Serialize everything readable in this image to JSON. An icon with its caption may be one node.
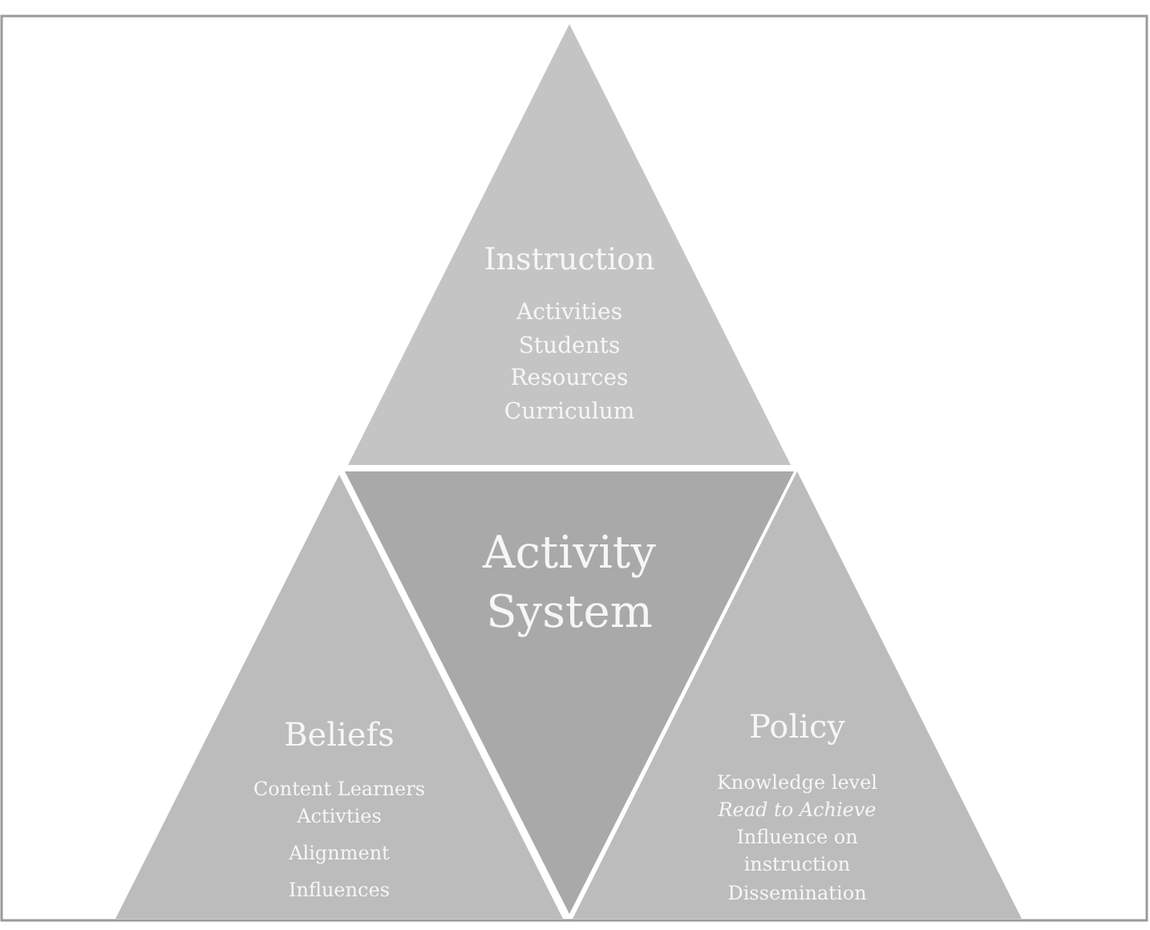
{
  "diagram": {
    "nodes": [
      {
        "text": [
          "Instruction",
          "Activities",
          "Students",
          "Resources",
          "Curriculum"
        ]
      },
      {
        "text": [
          "Activity System"
        ]
      },
      {
        "text": [
          "Beliefs",
          "Content Learners Activties",
          "Alignment",
          "Influences"
        ]
      },
      {
        "text": [
          "Policy",
          "Knowledge level",
          "Read to Achieve",
          "Influence on instruction",
          "Dissemination"
        ]
      }
    ]
  }
}
